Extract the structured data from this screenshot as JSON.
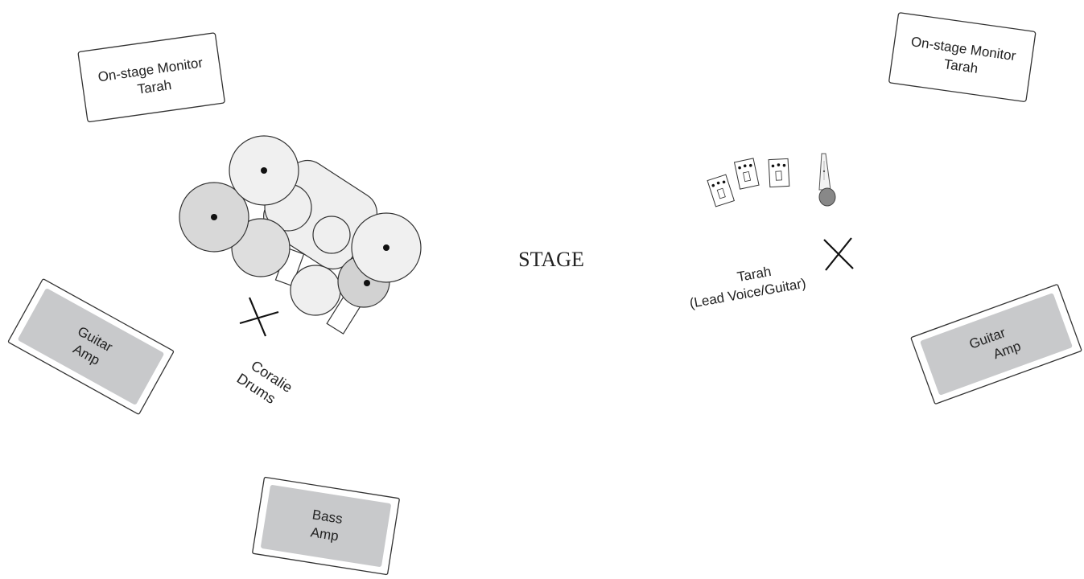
{
  "stage_label": "STAGE",
  "monitors": [
    {
      "line1": "On-stage Monitor",
      "line2": "Tarah"
    },
    {
      "line1": "On-stage Monitor",
      "line2": "Tarah"
    }
  ],
  "amps": [
    {
      "line1": "Guitar",
      "line2": "Amp"
    },
    {
      "line1": "Guitar",
      "line2": "Amp"
    },
    {
      "line1": "Bass",
      "line2": "Amp"
    }
  ],
  "performers": {
    "drums": {
      "line1": "Coralie",
      "line2": "Drums"
    },
    "lead": {
      "line1": "Tarah",
      "line2": "(Lead Voice/Guitar)"
    }
  },
  "icons": [
    "drum-kit-icon",
    "pedal-icon",
    "microphone-icon",
    "position-marker-icon"
  ],
  "colors": {
    "outline": "#333333",
    "amp_fill": "#c8c9cb",
    "cymbal_light": "#f0f0f0",
    "cymbal_mid": "#dedede",
    "cymbal_dark": "#d2d2d2"
  }
}
